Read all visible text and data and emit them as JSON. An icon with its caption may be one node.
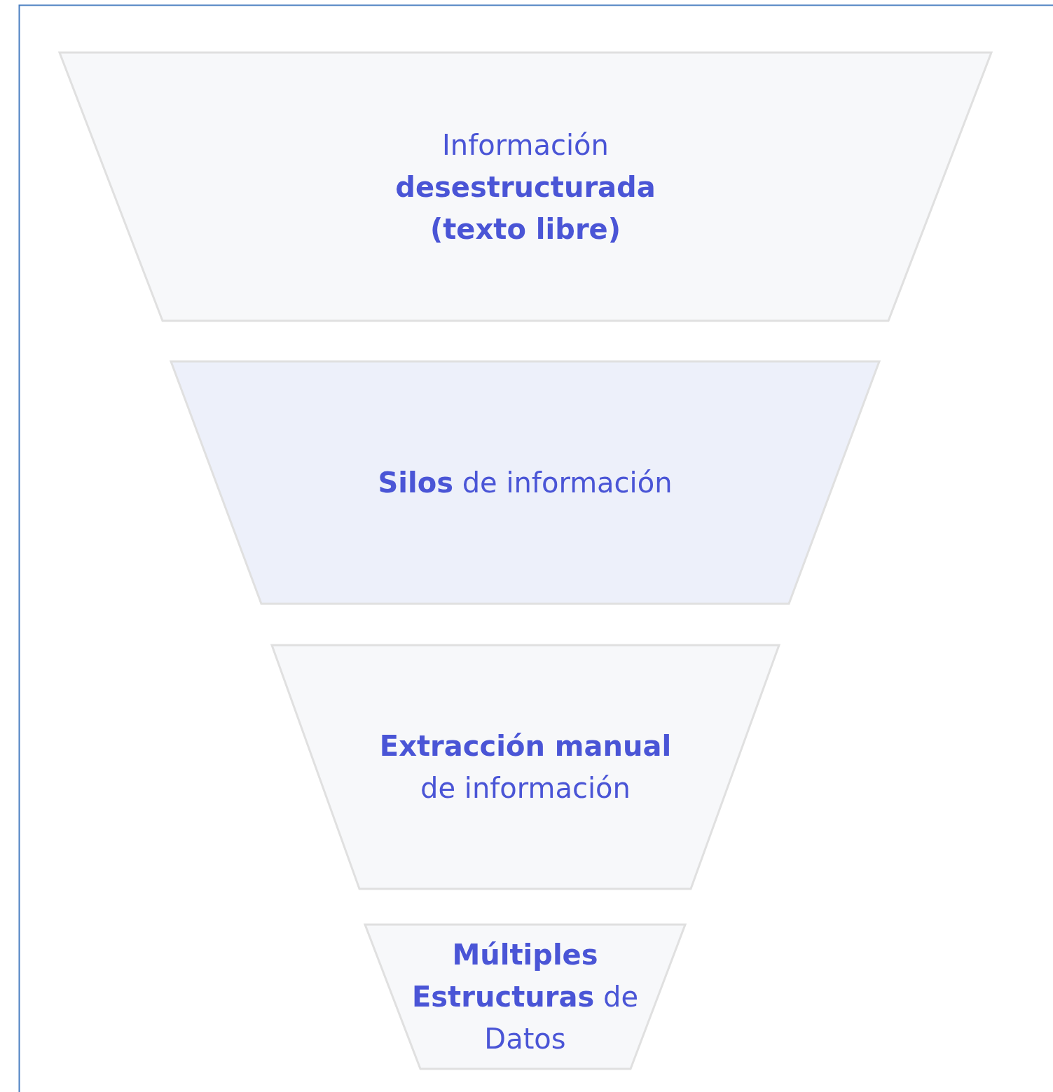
{
  "diagram": {
    "nodes": [
      {
        "text": [
          "Información **desestructurada (texto libre)**"
        ]
      },
      {
        "text": [
          "**Silos** de información"
        ]
      },
      {
        "text": [
          "**Extracción manual** de información"
        ]
      },
      {
        "text": [
          "**Múltiples Estructuras** de Datos"
        ]
      }
    ]
  }
}
